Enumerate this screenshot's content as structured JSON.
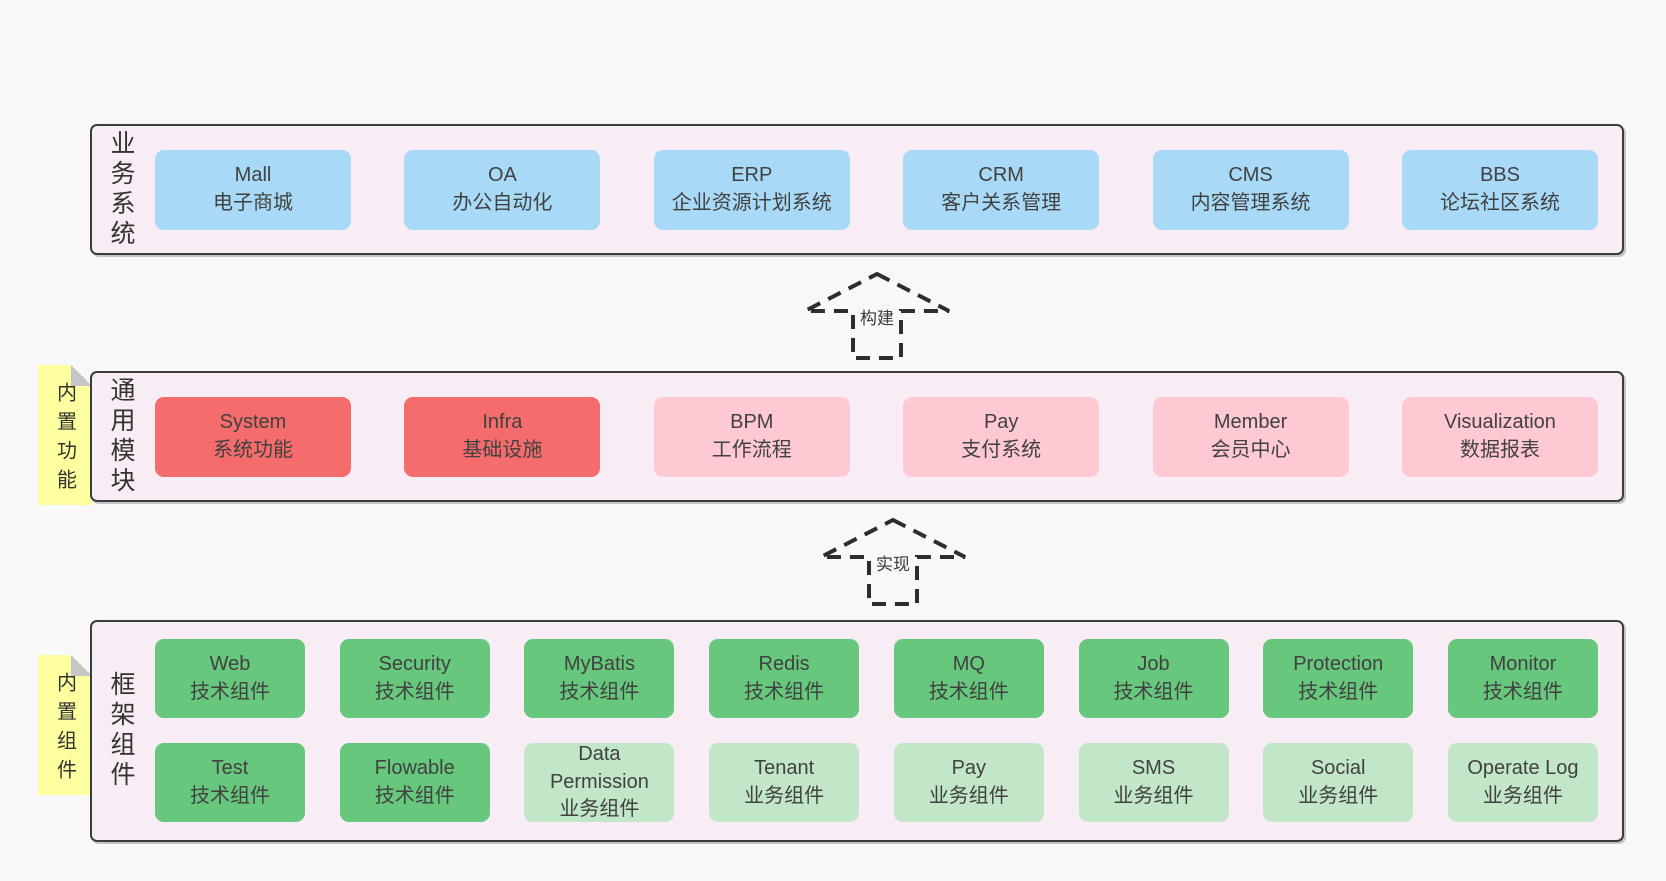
{
  "colors": {
    "page_bg": "#f8f8f8",
    "layer_bg": "#f8edf5",
    "layer_border": "#3c3c3c",
    "blue": "#a8daf7",
    "red": "#f56c6c",
    "pink": "#fec9d2",
    "green": "#67c77d",
    "light_green": "#c2e6c8",
    "sticky_yellow": "#feff9e",
    "fold_gray": "#c6c6c6",
    "text": "#414141"
  },
  "layers": {
    "business": {
      "label": "业务系统",
      "boxes": [
        {
          "name": "Mall",
          "desc": "电子商城",
          "type": "blue"
        },
        {
          "name": "OA",
          "desc": "办公自动化",
          "type": "blue"
        },
        {
          "name": "ERP",
          "desc": "企业资源计划系统",
          "type": "blue"
        },
        {
          "name": "CRM",
          "desc": "客户关系管理",
          "type": "blue"
        },
        {
          "name": "CMS",
          "desc": "内容管理系统",
          "type": "blue"
        },
        {
          "name": "BBS",
          "desc": "论坛社区系统",
          "type": "blue"
        }
      ]
    },
    "modules": {
      "label": "通用模块",
      "sticky": "内置功能",
      "boxes": [
        {
          "name": "System",
          "desc": "系统功能",
          "type": "red"
        },
        {
          "name": "Infra",
          "desc": "基础设施",
          "type": "red"
        },
        {
          "name": "BPM",
          "desc": "工作流程",
          "type": "pink"
        },
        {
          "name": "Pay",
          "desc": "支付系统",
          "type": "pink"
        },
        {
          "name": "Member",
          "desc": "会员中心",
          "type": "pink"
        },
        {
          "name": "Visualization",
          "desc": "数据报表",
          "type": "pink"
        }
      ]
    },
    "framework": {
      "label": "框架组件",
      "sticky": "内置组件",
      "rows": {
        "0": [
          {
            "name": "Web",
            "desc": "技术组件",
            "type": "green"
          },
          {
            "name": "Security",
            "desc": "技术组件",
            "type": "green"
          },
          {
            "name": "MyBatis",
            "desc": "技术组件",
            "type": "green"
          },
          {
            "name": "Redis",
            "desc": "技术组件",
            "type": "green"
          },
          {
            "name": "MQ",
            "desc": "技术组件",
            "type": "green"
          },
          {
            "name": "Job",
            "desc": "技术组件",
            "type": "green"
          },
          {
            "name": "Protection",
            "desc": "技术组件",
            "type": "green"
          },
          {
            "name": "Monitor",
            "desc": "技术组件",
            "type": "green"
          }
        ],
        "1": [
          {
            "name": "Test",
            "desc": "技术组件",
            "type": "green"
          },
          {
            "name": "Flowable",
            "desc": "技术组件",
            "type": "green"
          },
          {
            "name": "Data Permission",
            "desc": "业务组件",
            "type": "lightgreen"
          },
          {
            "name": "Tenant",
            "desc": "业务组件",
            "type": "lightgreen"
          },
          {
            "name": "Pay",
            "desc": "业务组件",
            "type": "lightgreen"
          },
          {
            "name": "SMS",
            "desc": "业务组件",
            "type": "lightgreen"
          },
          {
            "name": "Social",
            "desc": "业务组件",
            "type": "lightgreen"
          },
          {
            "name": "Operate Log",
            "desc": "业务组件",
            "type": "lightgreen"
          }
        ]
      }
    }
  },
  "arrows": [
    {
      "label": "构建"
    },
    {
      "label": "实现"
    }
  ]
}
